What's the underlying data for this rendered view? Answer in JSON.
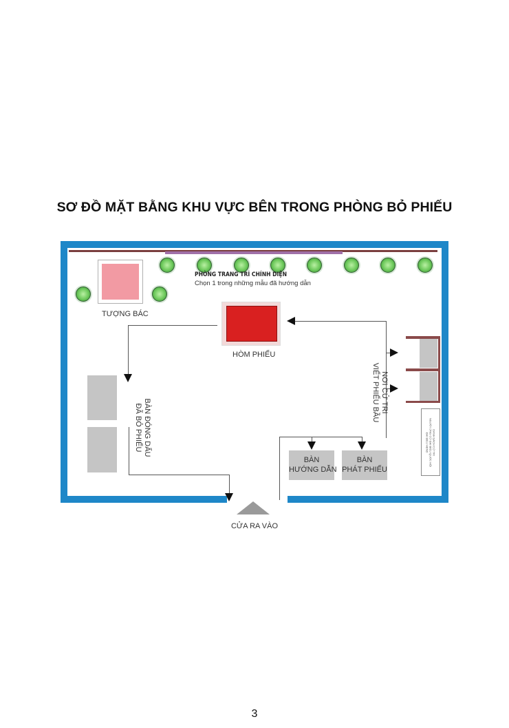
{
  "title": "SƠ ĐỒ MẶT BẰNG KHU VỰC BÊN TRONG PHÒNG BỎ PHIẾU",
  "colors": {
    "wall": "#1e87c8",
    "back_wall_line": "#7a3e3e",
    "decor_bar": "#a070a8",
    "statue": "#f29aa3",
    "ballot_box": "#d92020",
    "tables": "#c5c5c5",
    "booth_frame": "#8a4a4a",
    "plants": "#6cc85a",
    "door": "#9a9a9a"
  },
  "labels": {
    "statue": "TƯỢNG BÁC",
    "decor_title": "PHÒNG TRANG TRÍ CHÍNH DIỆN",
    "decor_sub": "Chọn 1 trong những mẫu đã hướng dẫn",
    "ballot_box": "HÒM PHIẾU",
    "stamp_table_line1": "BÀN ĐÓNG DẤU",
    "stamp_table_line2": "ĐÃ BỎ PHIẾU",
    "voting_booth_line1": "NƠI CỬ TRI",
    "voting_booth_line2": "VIẾT PHIẾU BẦU",
    "guide_table_line1": "BÀN",
    "guide_table_line2": "HƯỚNG DẪN",
    "issue_table_line1": "BÀN",
    "issue_table_line2": "PHÁT PHIẾU",
    "voter_list_line1": "DANH SÁCH CỬ TRI",
    "voter_list_line2": "NGƯỜI ỨNG CỬ ĐẠI BIỂU QUỐC HỘI",
    "voter_list_line3": "ĐẠI BIỂU HĐND",
    "door": "CỬA RA VÀO"
  },
  "icons": {
    "plant": "plant-icon",
    "arrow": "arrow-icon",
    "door": "door-triangle-icon"
  },
  "page_number": "3"
}
